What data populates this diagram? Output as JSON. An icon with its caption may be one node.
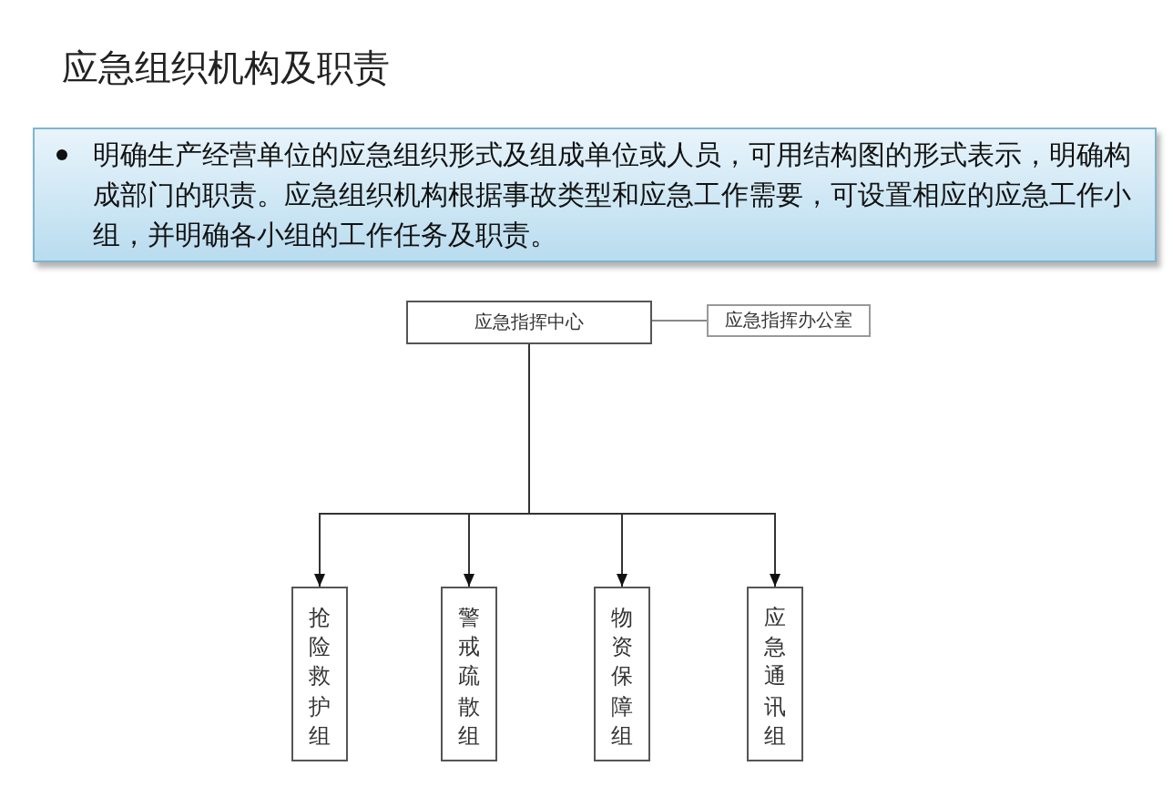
{
  "diagram": {
    "title": "应急组织机构及职责",
    "nodes": [
      {
        "text": [
          "应急指挥中心"
        ]
      },
      {
        "text": [
          "应急指挥办公室"
        ]
      },
      {
        "text": [
          "抢险救护组"
        ]
      },
      {
        "text": [
          "警戒疏散组"
        ]
      },
      {
        "text": [
          "物资保障组"
        ]
      },
      {
        "text": [
          "应急通讯组"
        ]
      }
    ],
    "edges": [
      {
        "from": 0,
        "to": 1,
        "arrow": "none"
      },
      {
        "from": 0,
        "to": 2,
        "arrow": "to"
      },
      {
        "from": 0,
        "to": 3,
        "arrow": "to"
      },
      {
        "from": 0,
        "to": 4,
        "arrow": "to"
      },
      {
        "from": 0,
        "to": 5,
        "arrow": "to"
      }
    ],
    "labels": [
      "明确生产经营单位的应急组织形式及组成单位或人员，可用结构图的形式表示，明确构成部门的职责。应急组织机构根据事故类型和应急工作需要，可设置相应的应急工作小组，并明确各小组的工作任务及职责。"
    ]
  }
}
